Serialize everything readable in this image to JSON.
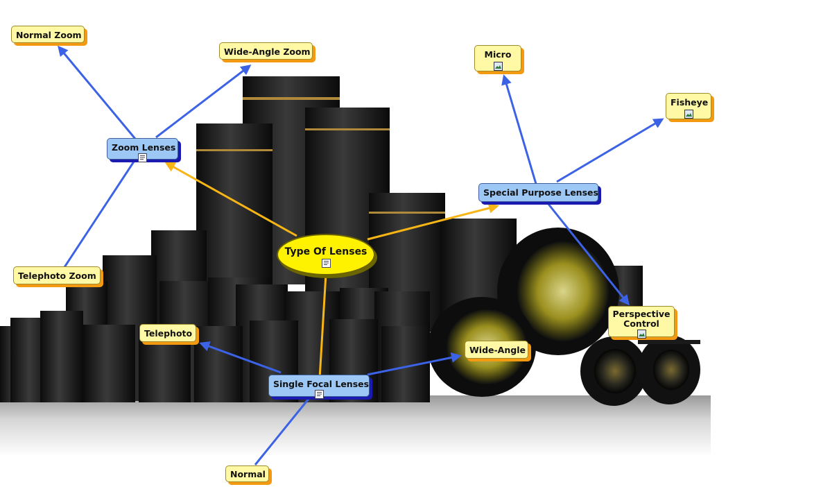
{
  "colors": {
    "blue_link": "#3c63e6",
    "yellow_link": "#f7b516"
  },
  "nodes": {
    "root": "Type Of Lenses",
    "zoom": "Zoom Lenses",
    "normal_zoom": "Normal Zoom",
    "wide_zoom": "Wide-Angle Zoom",
    "tele_zoom": "Telephoto Zoom",
    "special": "Special Purpose Lenses",
    "micro": "Micro",
    "fisheye": "Fisheye",
    "perspective": "Perspective Control",
    "single": "Single Focal Lenses",
    "telephoto": "Telephoto",
    "wide_angle": "Wide-Angle",
    "normal": "Normal"
  }
}
